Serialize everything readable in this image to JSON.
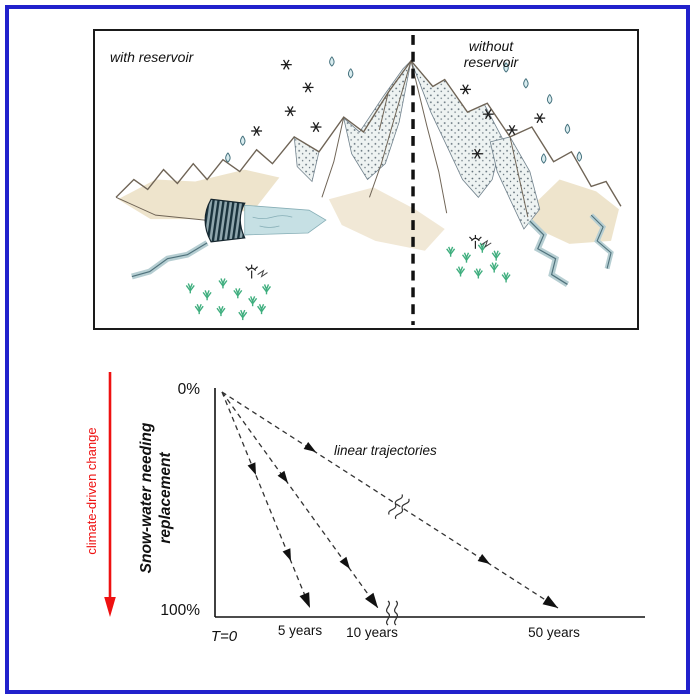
{
  "top_panel": {
    "with_label": "with reservoir",
    "without_line1": "without",
    "without_line2": "reservoir"
  },
  "chart": {
    "y_top": "0%",
    "y_bottom": "100%",
    "ylabel_line1": "Snow-water needing",
    "ylabel_line2": "replacement",
    "climate_arrow_label": "climate-driven change",
    "trajectories_label": "linear trajectories",
    "origin": "T=0",
    "ticks": [
      "5 years",
      "10 years",
      "50 years"
    ]
  },
  "colors": {
    "frame_blue": "#2121cc",
    "climate_red": "#ee1111",
    "vegetation_green": "#3fae7e",
    "mountain_tan": "#e0cda3",
    "water_blue": "#c6e0e4",
    "line_black": "#1a1a1a"
  },
  "chart_data": {
    "type": "line",
    "title": "",
    "xlabel": "",
    "ylabel": "Snow-water needing replacement",
    "x_axis": {
      "origin_label": "T=0",
      "tick_labels": [
        "5 years",
        "10 years",
        "50 years"
      ]
    },
    "y_axis": {
      "top_label": "0%",
      "bottom_label": "100%",
      "inverted": true
    },
    "series": [
      {
        "name": "5-year linear trajectory",
        "points": [
          {
            "x": "T=0",
            "y": "0%"
          },
          {
            "x": "5 years",
            "y": "100%"
          }
        ]
      },
      {
        "name": "10-year linear trajectory",
        "points": [
          {
            "x": "T=0",
            "y": "0%"
          },
          {
            "x": "10 years",
            "y": "100%"
          }
        ]
      },
      {
        "name": "50-year linear trajectory",
        "points": [
          {
            "x": "T=0",
            "y": "0%"
          },
          {
            "x": "50 years",
            "y": "100%"
          }
        ]
      }
    ],
    "annotations": [
      "linear trajectories",
      "climate-driven change"
    ],
    "style_notes": "dashed lines with solid arrowheads, axis-break squiggles, red downward arrow labeled climate-driven change"
  }
}
